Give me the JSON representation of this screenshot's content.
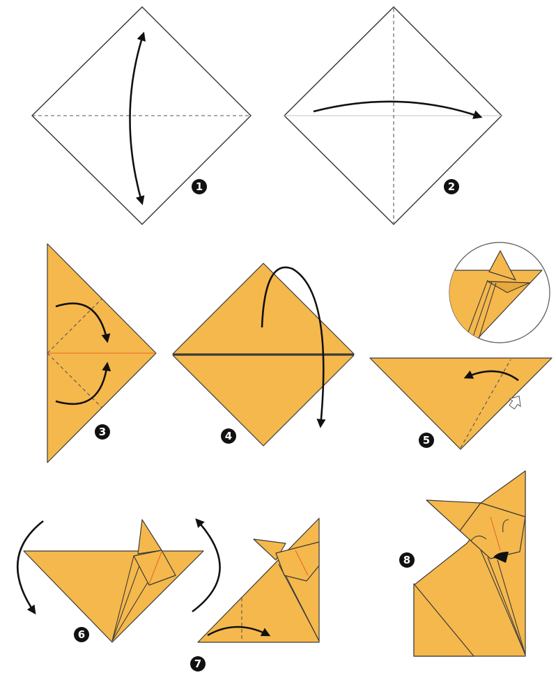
{
  "steps": [
    {
      "number": "1"
    },
    {
      "number": "2"
    },
    {
      "number": "3"
    },
    {
      "number": "4"
    },
    {
      "number": "5"
    },
    {
      "number": "6"
    },
    {
      "number": "7"
    },
    {
      "number": "8"
    }
  ],
  "colors": {
    "paper": "#f5b84c",
    "outline": "#3a3a3a",
    "arrow": "#111111",
    "badge": "#111111",
    "orange_crease": "#e8692a"
  }
}
